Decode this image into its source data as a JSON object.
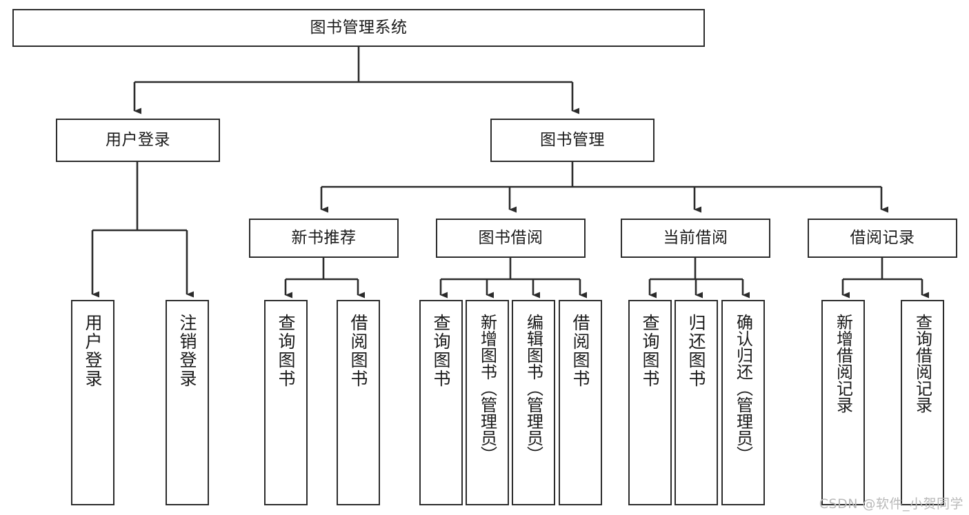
{
  "diagram": {
    "title": "图书管理系统",
    "watermark": "CSDN @软件_小贺同学",
    "stroke_color": "#2b2b2b",
    "fill_color": "#ffffff",
    "background": "#ffffff"
  },
  "nodes": {
    "root": {
      "label": "图书管理系统"
    },
    "tier2": [
      {
        "label": "用户登录"
      },
      {
        "label": "图书管理"
      }
    ],
    "tier3": [
      {
        "label": "新书推荐"
      },
      {
        "label": "图书借阅"
      },
      {
        "label": "当前借阅"
      },
      {
        "label": "借阅记录"
      }
    ],
    "leaves": {
      "user_login": [
        {
          "label": "用户登录"
        },
        {
          "label": "注销登录"
        }
      ],
      "new_book_recommend": [
        {
          "label": "查询图书"
        },
        {
          "label": "借阅图书"
        }
      ],
      "book_borrow": [
        {
          "label": "查询图书"
        },
        {
          "label": "新增图书（管理员）"
        },
        {
          "label": "编辑图书（管理员）"
        },
        {
          "label": "借阅图书"
        }
      ],
      "current_borrow": [
        {
          "label": "查询图书"
        },
        {
          "label": "归还图书"
        },
        {
          "label": "确认归还（管理员）"
        }
      ],
      "borrow_records": [
        {
          "label": "新增借阅记录"
        },
        {
          "label": "查询借阅记录"
        }
      ]
    }
  }
}
